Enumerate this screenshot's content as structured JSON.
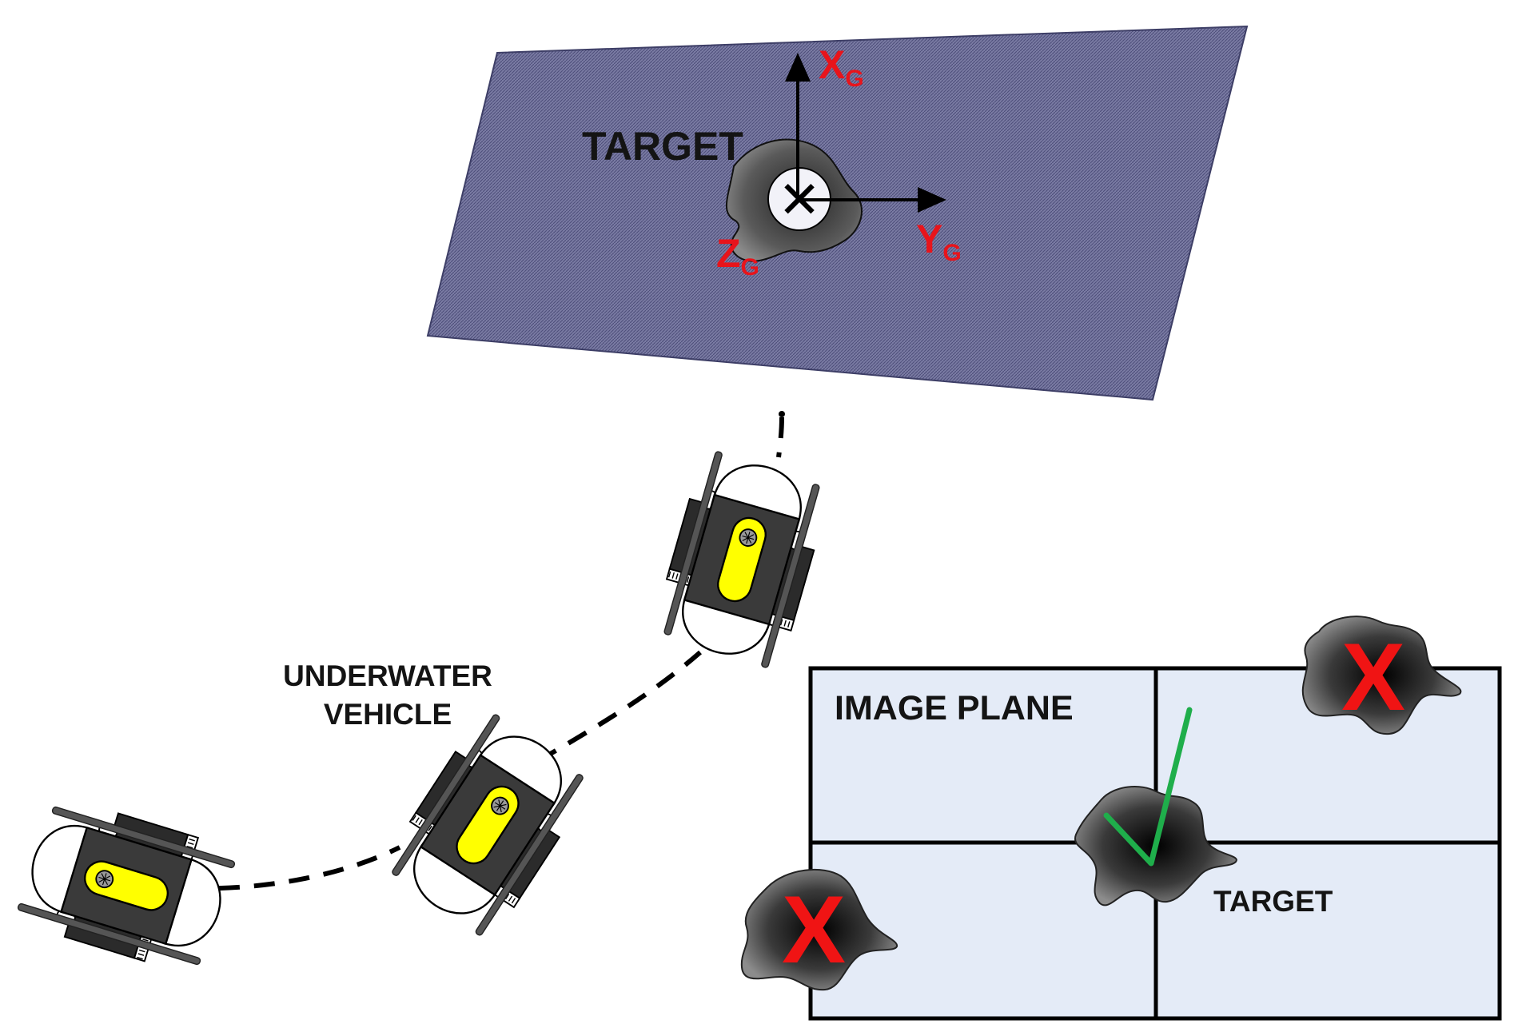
{
  "target_plane": {
    "label": "TARGET",
    "axes": {
      "x": {
        "letter": "X",
        "subscript": "G"
      },
      "y": {
        "letter": "Y",
        "subscript": "G"
      },
      "z": {
        "letter": "Z",
        "subscript": "G"
      }
    }
  },
  "vehicle": {
    "label_line1": "UNDERWATER",
    "label_line2": "VEHICLE"
  },
  "image_plane": {
    "label": "IMAGE PLANE",
    "target_label": "TARGET",
    "reject_mark": "X"
  },
  "colors": {
    "plane_fill": "#6d6e96",
    "image_plane_fill": "#e4ebf7",
    "axis_label": "#e8141b",
    "vehicle_body": "#3a3a3a",
    "vehicle_window": "#ffff00",
    "check_mark": "#1fae4b",
    "reject_mark": "#f01414"
  }
}
